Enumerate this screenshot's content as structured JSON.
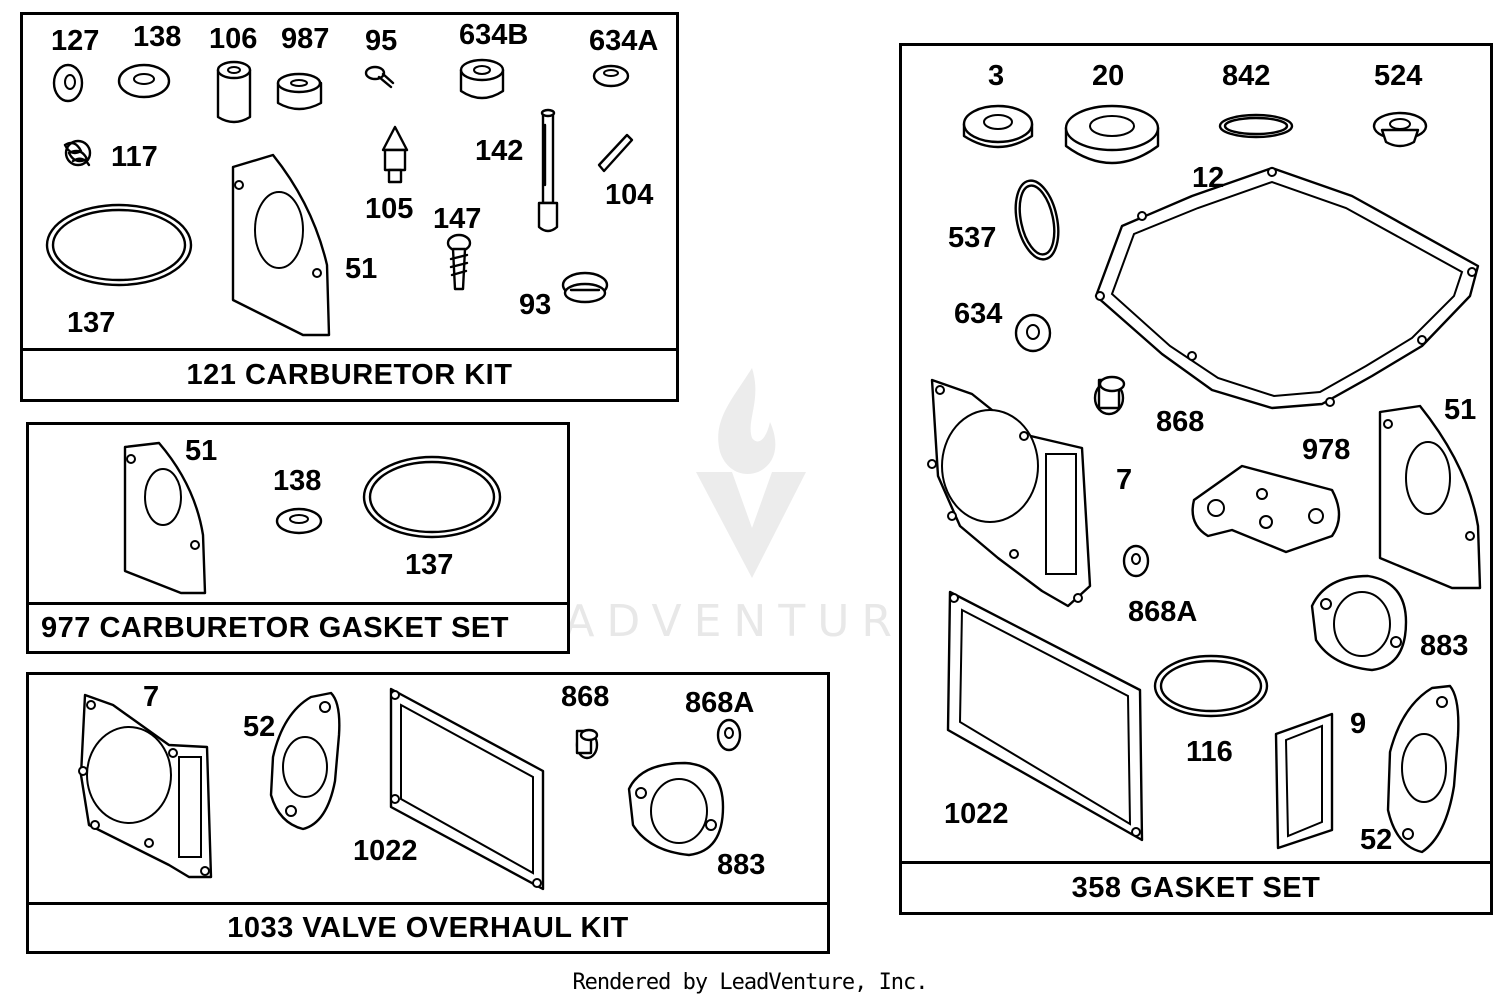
{
  "kits": {
    "carburetor_kit": {
      "title": "121 CARBURETOR KIT",
      "labels": [
        "127",
        "138",
        "106",
        "987",
        "95",
        "634B",
        "634A",
        "117",
        "142",
        "104",
        "105",
        "147",
        "51",
        "137",
        "93"
      ]
    },
    "gasket_set_small": {
      "title": "977 CARBURETOR GASKET SET",
      "labels": [
        "51",
        "138",
        "137"
      ]
    },
    "valve_kit": {
      "title": "1033 VALVE OVERHAUL KIT",
      "labels": [
        "7",
        "52",
        "868",
        "868A",
        "1022",
        "883"
      ]
    },
    "gasket_set": {
      "title": "358 GASKET SET",
      "labels": [
        "3",
        "20",
        "842",
        "524",
        "12",
        "537",
        "634",
        "868",
        "51",
        "978",
        "7",
        "868A",
        "883",
        "116",
        "9",
        "1022",
        "52"
      ]
    }
  },
  "watermark": {
    "text": "LEADVENTURE"
  },
  "footer": {
    "text": "Rendered by LeadVenture, Inc."
  }
}
